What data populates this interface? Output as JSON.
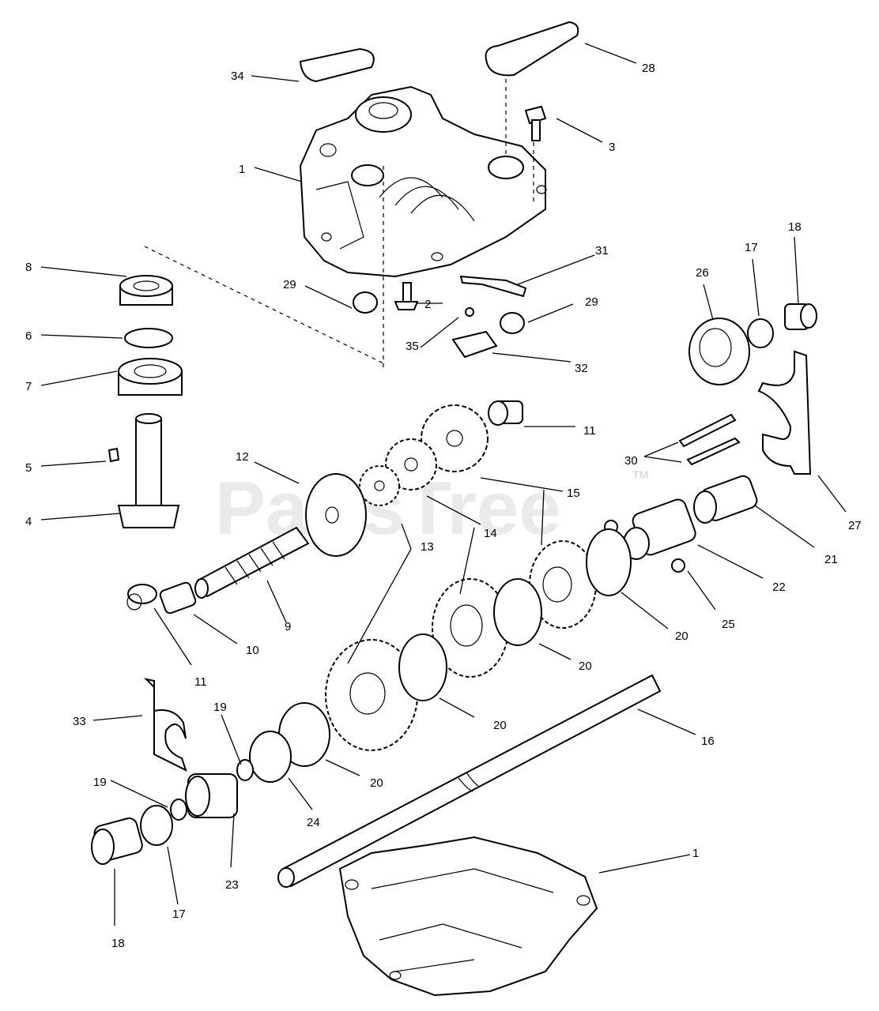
{
  "watermark": {
    "text": "PartsTree",
    "trademark": "TM"
  },
  "callouts": [
    "1",
    "3",
    "28",
    "34",
    "31",
    "29",
    "2",
    "35",
    "32",
    "8",
    "6",
    "7",
    "5",
    "4",
    "26",
    "17",
    "18",
    "11",
    "30",
    "15",
    "14",
    "13",
    "12",
    "9",
    "10",
    "27",
    "21",
    "22",
    "25",
    "20",
    "16",
    "33",
    "19",
    "23",
    "24"
  ],
  "labels": [
    {
      "id": "34",
      "text": "34"
    },
    {
      "id": "28",
      "text": "28"
    },
    {
      "id": "3",
      "text": "3"
    },
    {
      "id": "1a",
      "text": "1"
    },
    {
      "id": "31",
      "text": "31"
    },
    {
      "id": "29a",
      "text": "29"
    },
    {
      "id": "2",
      "text": "2"
    },
    {
      "id": "29b",
      "text": "29"
    },
    {
      "id": "35",
      "text": "35"
    },
    {
      "id": "32",
      "text": "32"
    },
    {
      "id": "8",
      "text": "8"
    },
    {
      "id": "6",
      "text": "6"
    },
    {
      "id": "7",
      "text": "7"
    },
    {
      "id": "5",
      "text": "5"
    },
    {
      "id": "4",
      "text": "4"
    },
    {
      "id": "26",
      "text": "26"
    },
    {
      "id": "17a",
      "text": "17"
    },
    {
      "id": "18a",
      "text": "18"
    },
    {
      "id": "11a",
      "text": "11"
    },
    {
      "id": "30",
      "text": "30"
    },
    {
      "id": "12",
      "text": "12"
    },
    {
      "id": "15",
      "text": "15"
    },
    {
      "id": "14",
      "text": "14"
    },
    {
      "id": "13",
      "text": "13"
    },
    {
      "id": "27",
      "text": "27"
    },
    {
      "id": "21",
      "text": "21"
    },
    {
      "id": "22",
      "text": "22"
    },
    {
      "id": "9",
      "text": "9"
    },
    {
      "id": "10",
      "text": "10"
    },
    {
      "id": "11b",
      "text": "11"
    },
    {
      "id": "25",
      "text": "25"
    },
    {
      "id": "20a",
      "text": "20"
    },
    {
      "id": "20b",
      "text": "20"
    },
    {
      "id": "20c",
      "text": "20"
    },
    {
      "id": "20d",
      "text": "20"
    },
    {
      "id": "16",
      "text": "16"
    },
    {
      "id": "33",
      "text": "33"
    },
    {
      "id": "19a",
      "text": "19"
    },
    {
      "id": "19b",
      "text": "19"
    },
    {
      "id": "24",
      "text": "24"
    },
    {
      "id": "23",
      "text": "23"
    },
    {
      "id": "17b",
      "text": "17"
    },
    {
      "id": "18b",
      "text": "18"
    },
    {
      "id": "1b",
      "text": "1"
    }
  ]
}
